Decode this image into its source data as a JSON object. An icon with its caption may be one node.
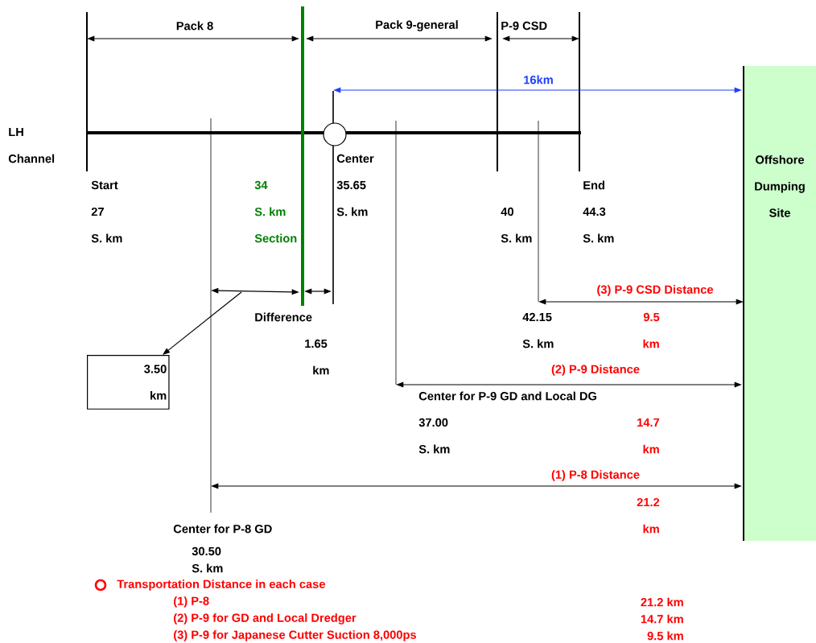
{
  "diagram": {
    "nodes": [
      {
        "text": [
          "Offshore Dumping Site"
        ]
      },
      {
        "text": [
          "3.50 km"
        ]
      }
    ],
    "edges": [
      {
        "from": null,
        "to": 1,
        "arrow": "to"
      }
    ],
    "labels": [
      "Pack 8",
      "Pack 9-general",
      "P-9 CSD",
      "16km",
      "LH",
      "Channel",
      "Center",
      "Start",
      "34",
      "35.65",
      "End",
      "27",
      "S. km",
      "S. km",
      "40",
      "44.3",
      "S. km",
      "Section",
      "S. km",
      "S. km",
      "(3) P-9 CSD Distance",
      "Difference",
      "42.15",
      "9.5",
      "1.65",
      "S. km",
      "km",
      "km",
      "(2) P-9 Distance",
      "Center for P-9 GD and Local DG",
      "37.00",
      "14.7",
      "S. km",
      "km",
      "(1) P-8 Distance",
      "21.2",
      "Center for P-8 GD",
      "km",
      "30.50",
      "S. km",
      "Transportation Distance in each case",
      "(1)  P-8",
      "21.2  km",
      "(2)  P-9 for GD and Local Dredger",
      "14.7  km",
      "(3)  P-9  for Japanese Cutter Suction 8,000ps",
      "9.5 km"
    ]
  }
}
